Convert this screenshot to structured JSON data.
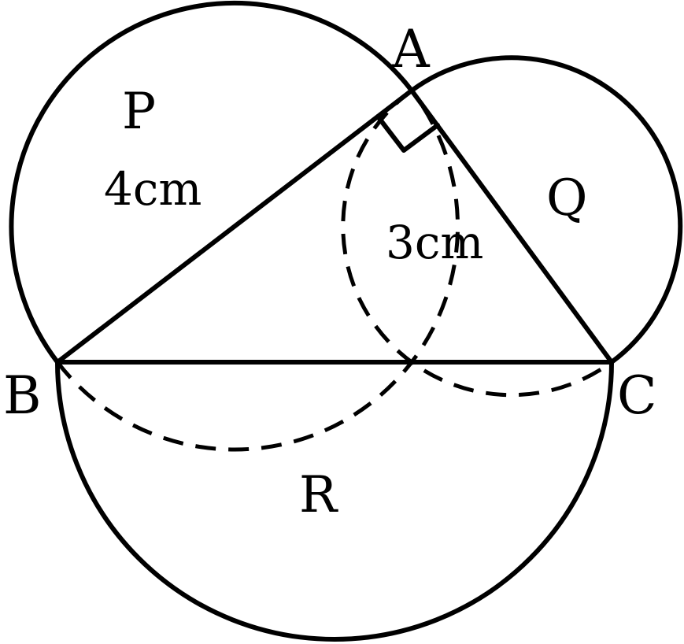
{
  "colors": {
    "ink": "#000000",
    "background": "#ffffff"
  },
  "vertices": {
    "A": "A",
    "B": "B",
    "C": "C"
  },
  "regions": {
    "P": "P",
    "Q": "Q",
    "R": "R"
  },
  "lengths": {
    "AB": "4cm",
    "AC": "3cm"
  }
}
